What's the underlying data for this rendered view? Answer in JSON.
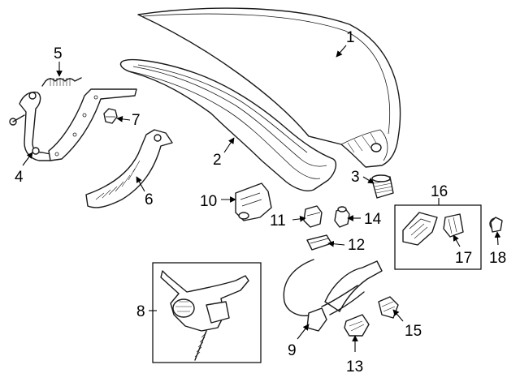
{
  "colors": {
    "line": "#1a1a1a",
    "background": "#ffffff",
    "shade": "#cfcfcf"
  },
  "callouts": {
    "c1": "1",
    "c2": "2",
    "c3": "3",
    "c4": "4",
    "c5": "5",
    "c6": "6",
    "c7": "7",
    "c8": "8",
    "c9": "9",
    "c10": "10",
    "c11": "11",
    "c12": "12",
    "c13": "13",
    "c14": "14",
    "c15": "15",
    "c16": "16",
    "c17": "17",
    "c18": "18"
  }
}
